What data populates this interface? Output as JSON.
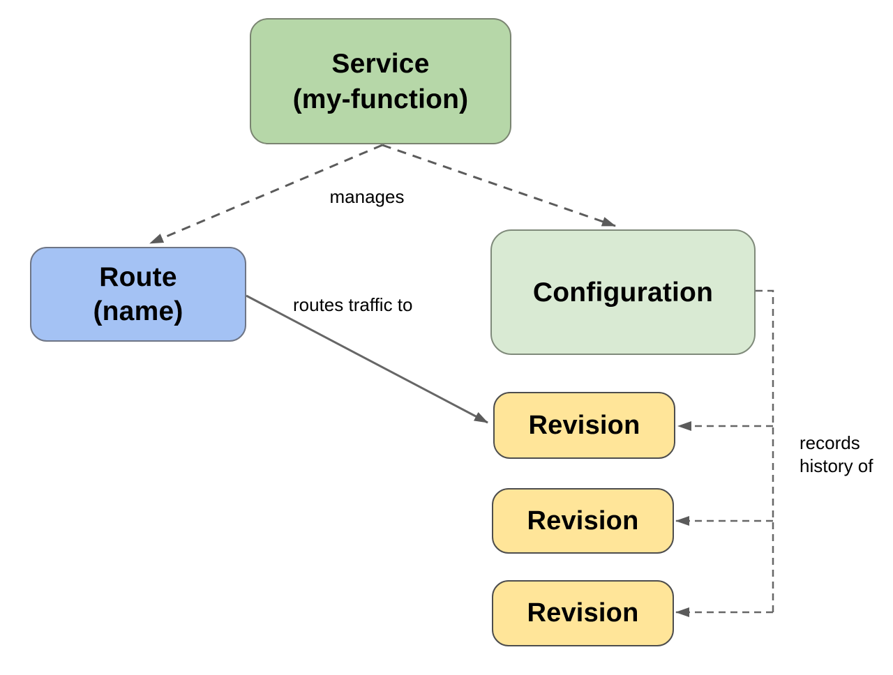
{
  "nodes": {
    "service": {
      "line1": "Service",
      "line2": "(my-function)",
      "fill": "#b6d7a8"
    },
    "route": {
      "line1": "Route",
      "line2": "(name)",
      "fill": "#a4c2f4"
    },
    "configuration": {
      "label": "Configuration",
      "fill": "#d9ead3"
    },
    "revision1": {
      "label": "Revision",
      "fill": "#ffe599"
    },
    "revision2": {
      "label": "Revision",
      "fill": "#ffe599"
    },
    "revision3": {
      "label": "Revision",
      "fill": "#ffe599"
    }
  },
  "edge_labels": {
    "manages": "manages",
    "routes_traffic_to": "routes traffic to",
    "records_history_line1": "records",
    "records_history_line2": "history of"
  },
  "edges": [
    {
      "from": "service",
      "to": "route",
      "style": "dashed",
      "label": "manages"
    },
    {
      "from": "service",
      "to": "configuration",
      "style": "dashed",
      "label": "manages"
    },
    {
      "from": "route",
      "to": "revision1",
      "style": "solid",
      "label": "routes traffic to"
    },
    {
      "from": "configuration",
      "to": "revision1",
      "style": "dashed",
      "label": "records history of"
    },
    {
      "from": "configuration",
      "to": "revision2",
      "style": "dashed",
      "label": "records history of"
    },
    {
      "from": "configuration",
      "to": "revision3",
      "style": "dashed",
      "label": "records history of"
    }
  ],
  "colors": {
    "service_fill": "#b6d7a8",
    "route_fill": "#a4c2f4",
    "configuration_fill": "#d9ead3",
    "revision_fill": "#ffe599",
    "connector": "#666666",
    "text": "#000000",
    "background": "#ffffff"
  }
}
